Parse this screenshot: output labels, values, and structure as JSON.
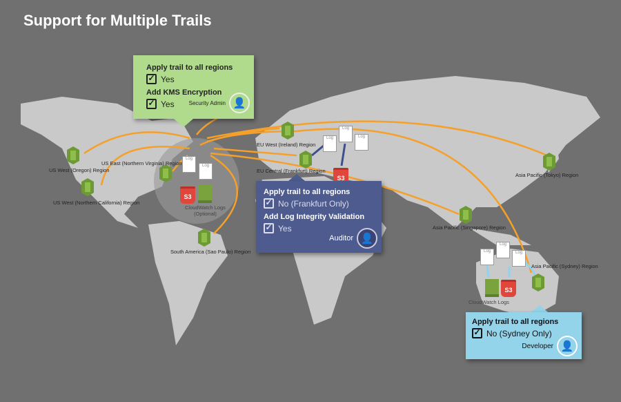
{
  "title": "Support for Multiple Trails",
  "regions": {
    "oregon": "US West (Oregon) Region",
    "norcal": "US West (Northern California) Region",
    "virginia": "US East (Northern Virginia) Region",
    "saopaulo": "South America (Sao Paulo) Region",
    "ireland": "EU West (Ireland) Region",
    "frankfurt": "EU Central (Frankfurt) Region",
    "tokyo": "Asia Pacific (Tokyo) Region",
    "singapore": "Asia Pacific (Singapore) Region",
    "sydney": "Asia Pacific (Sydney) Region"
  },
  "hub": {
    "cloudwatch": "CloudWatch Logs",
    "optional": "(Optional)",
    "s3": "S3",
    "log": "Log"
  },
  "sydney_cloudwatch": "CloudWatch Logs",
  "security_admin": {
    "q1": "Apply trail to all regions",
    "a1": "Yes",
    "q2": "Add KMS Encryption",
    "a2": "Yes",
    "role": "Security Admin"
  },
  "auditor": {
    "q1": "Apply trail to all regions",
    "a1": "No (Frankfurt Only)",
    "q2": "Add Log Integrity Validation",
    "a2": "Yes",
    "role": "Auditor"
  },
  "developer": {
    "q1": "Apply trail to all regions",
    "a1": "No (Sydney Only)",
    "role": "Developer"
  },
  "colors": {
    "arc": "#f4a02a",
    "green_box": "#b0da8c",
    "blue_box": "#4d5b8f",
    "cyan_box": "#93d4ea"
  }
}
